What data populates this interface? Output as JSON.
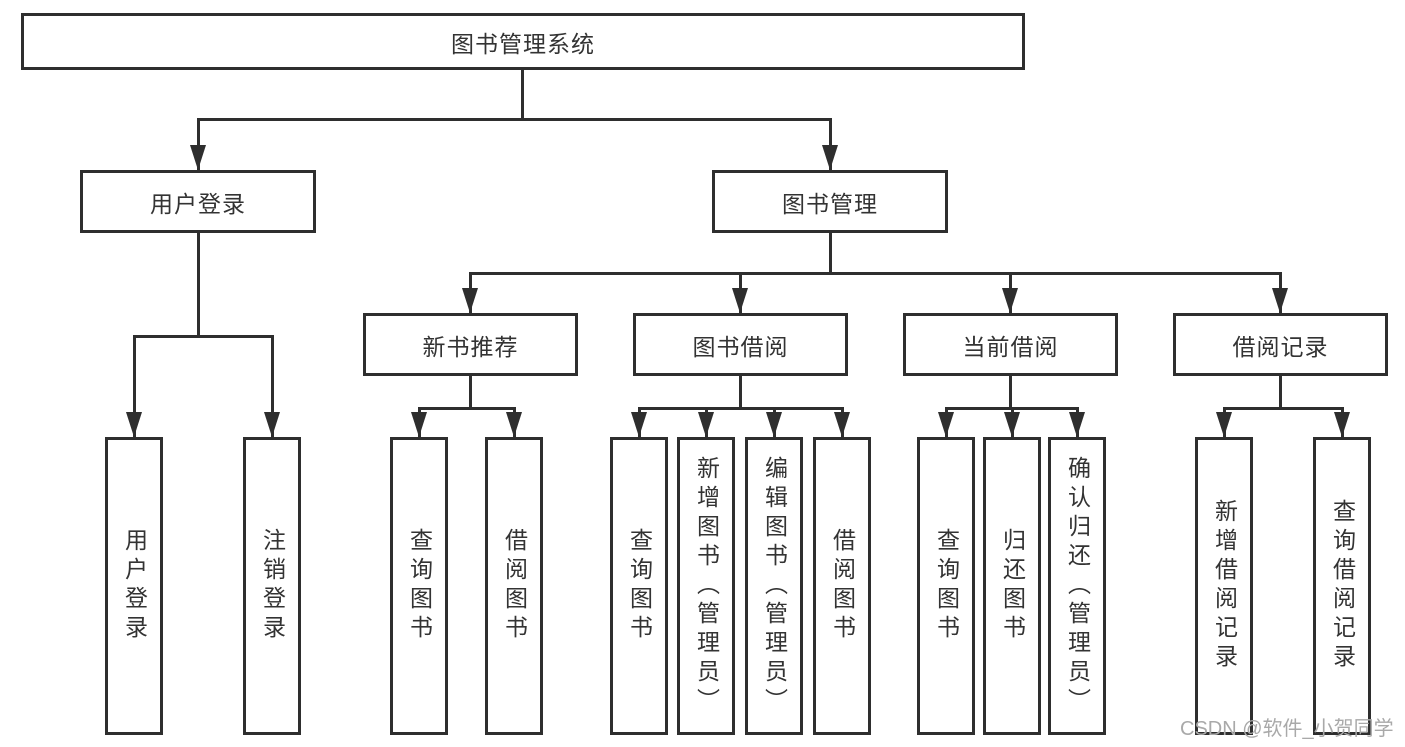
{
  "tree": {
    "root": {
      "label": "图书管理系统"
    },
    "branches": [
      {
        "label": "用户登录",
        "leaves": [
          {
            "label": "用户登录"
          },
          {
            "label": "注销登录"
          }
        ]
      },
      {
        "label": "图书管理",
        "children": [
          {
            "label": "新书推荐",
            "leaves": [
              {
                "label": "查询图书"
              },
              {
                "label": "借阅图书"
              }
            ]
          },
          {
            "label": "图书借阅",
            "leaves": [
              {
                "label": "查询图书"
              },
              {
                "label": "新增图书（管理员）"
              },
              {
                "label": "编辑图书（管理员）"
              },
              {
                "label": "借阅图书"
              }
            ]
          },
          {
            "label": "当前借阅",
            "leaves": [
              {
                "label": "查询图书"
              },
              {
                "label": "归还图书"
              },
              {
                "label": "确认归还（管理员）"
              }
            ]
          },
          {
            "label": "借阅记录",
            "leaves": [
              {
                "label": "新增借阅记录"
              },
              {
                "label": "查询借阅记录"
              }
            ]
          }
        ]
      }
    ]
  },
  "watermark": {
    "text": "CSDN @软件_小贺同学"
  },
  "colors": {
    "line": "#2e2e2e",
    "text": "#333333",
    "watermark": "#a9a9a9",
    "background": "#ffffff"
  }
}
